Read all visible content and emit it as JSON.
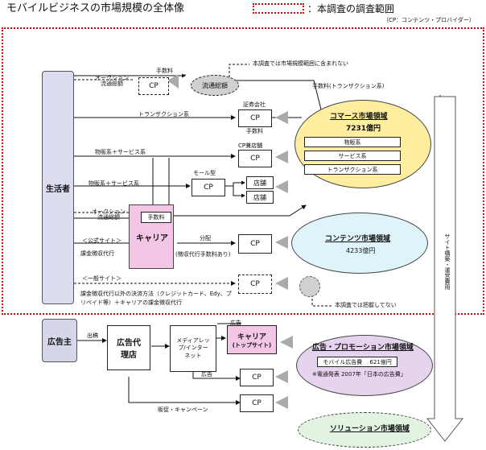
{
  "header": {
    "title": "モバイルビジネスの市場規模の全体像",
    "legend_text": "：本調査の調査範囲",
    "legend_note": "（CP：コンテンツ・プロバイダー）"
  },
  "actors": {
    "consumer": "生活者",
    "advertiser": "広告主",
    "carrier": "キャリア",
    "ad_agency": "広告代\n理店",
    "media_rep": "メディアレッ\nプ/インター\nネット",
    "carrier_top": "キャリア",
    "carrier_top_sub": "(トップサイト)"
  },
  "nodes": {
    "cp": "CP",
    "store": "店舗",
    "distribution": "流通総額",
    "fee_inner": "手数料"
  },
  "labels": {
    "fee_top": "手数料",
    "auction_distribution": "オークション\n流通総額",
    "not_included": "本調査では市場規模範囲に含まれない",
    "fee_transaction": "手数料(トランザクション系)",
    "securities": "証券会社",
    "transaction_type": "トランザクション系",
    "fee_right": "手数料",
    "cp_store": "CP兼店舗",
    "goods_service_1": "物販系＋サービス系",
    "mall": "モール型",
    "goods_service_2": "物販系＋サービス系",
    "auction_distribution_2": "オークション\n流通総額",
    "official_site": "＜公式サイト＞",
    "billing_agent": "課金徴収代行",
    "distribution_share": "分配",
    "billing_fee_note": "(徴収代行手数料あり)",
    "general_site": "＜一般サイト＞",
    "payment_methods": "課金徴収代行以外の決済方法（クレジットカード、Edy、プ\nリペイド等）＋キャリアの課金徴収代行",
    "not_grasped": "本調査では把握してない",
    "site_build": "サイト構築・運営費用",
    "placement": "出稿",
    "ad_top": "広告",
    "ad_mid": "広告",
    "sales_promo": "販促・キャンペーン"
  },
  "markets": {
    "commerce": {
      "name": "コマース市場領域",
      "value": "7231億円",
      "items": [
        "物販系",
        "サービス系",
        "トランザクション系"
      ]
    },
    "contents": {
      "name": "コンテンツ市場領域",
      "value": "4233億円"
    },
    "ad": {
      "name": "広告・プロモーション市場領域",
      "line1": "モバイル広告費　 621億円",
      "line2": "※電通発表 2007年「日本の広告費」"
    },
    "solution": {
      "name": "ソリューション市場領域"
    }
  },
  "colors": {
    "dotted_red": "#e00000",
    "consumer_fill": "#dcdcf0",
    "advertiser_fill": "#d6d6ea",
    "carrier_fill": "#f4c6e6",
    "commerce_fill": "#ffeea0",
    "contents_fill": "#dff4f8",
    "ad_fill": "#e6d4ee",
    "solution_fill": "#e2f3e2",
    "gray_oval": "#d0d0d0"
  }
}
